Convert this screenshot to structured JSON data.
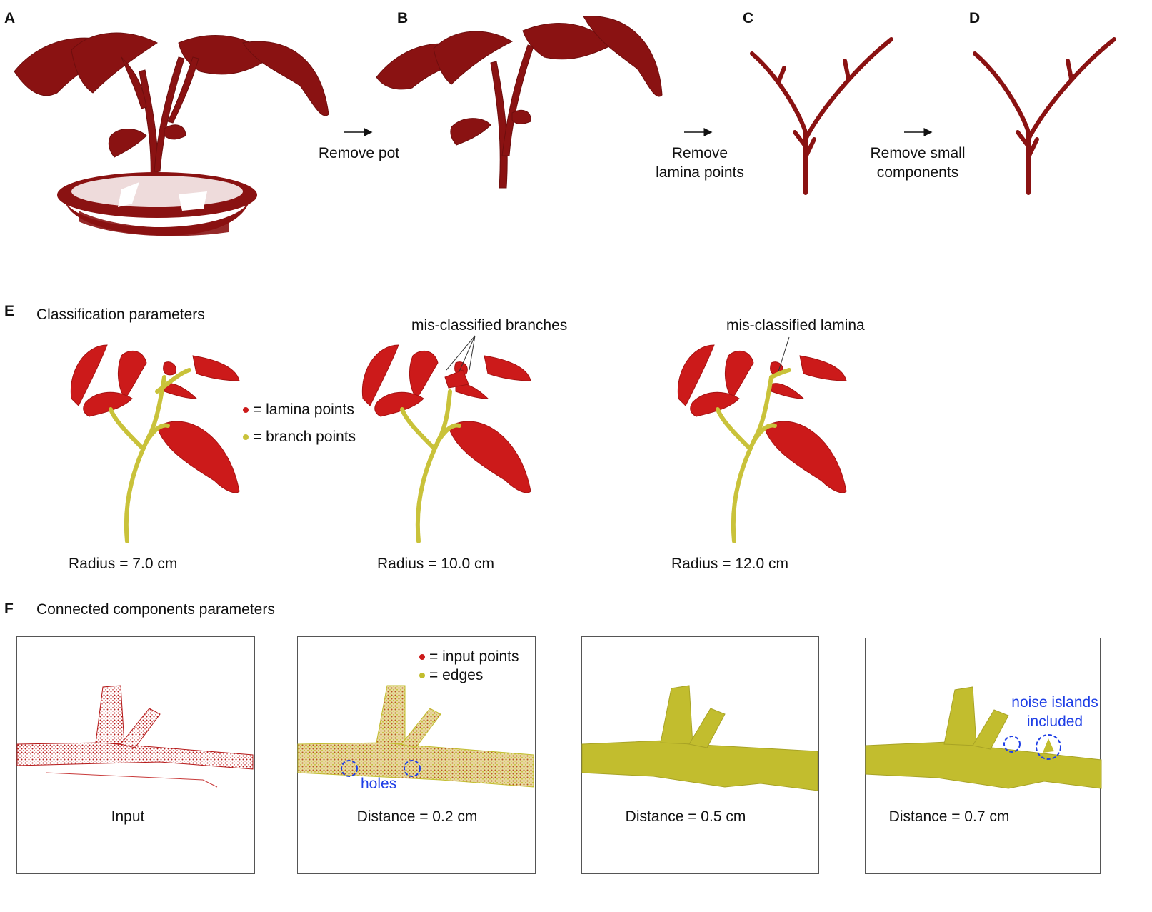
{
  "panels": {
    "a": "A",
    "b": "B",
    "c": "C",
    "d": "D",
    "e": "E",
    "f": "F"
  },
  "steps": {
    "remove_pot": "Remove pot",
    "remove_lamina": [
      "Remove",
      "lamina points"
    ],
    "remove_small": [
      "Remove small",
      "components"
    ]
  },
  "classification": {
    "title": "Classification parameters",
    "legend_lamina": "= lamina points",
    "legend_branch": "= branch points",
    "annot_branches": "mis-classified branches",
    "annot_lamina": "mis-classified lamina",
    "radius_1": "Radius = 7.0 cm",
    "radius_2": "Radius = 10.0 cm",
    "radius_3": "Radius = 12.0 cm"
  },
  "components": {
    "title": "Connected components parameters",
    "legend_input": "= input points",
    "legend_edges": "= edges",
    "holes": "holes",
    "noise": [
      "noise islands",
      "included"
    ],
    "label_1": "Input",
    "label_2": "Distance = 0.2 cm",
    "label_3": "Distance = 0.5 cm",
    "label_4": "Distance = 0.7 cm"
  },
  "colors": {
    "plant_dark": "#8a1212",
    "lamina": "#cc1a1a",
    "branch": "#c9c23a",
    "edge": "#c2bd2e",
    "annot_blue": "#1f3fe6"
  }
}
